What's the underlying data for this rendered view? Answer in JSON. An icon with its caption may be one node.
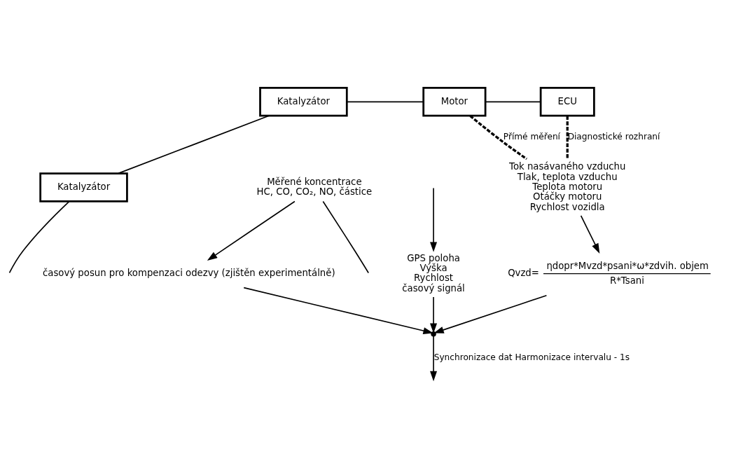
{
  "diagram": {
    "nodes": [
      {
        "text": [
          "Motor"
        ]
      },
      {
        "text": [
          "ECU"
        ]
      },
      {
        "text": [
          "Katalyzátor"
        ]
      },
      {
        "text": [
          "Katalyzátor"
        ]
      },
      {
        "text": [
          "Tok nasávaného vzduchu",
          "Tlak, teplota vzduchu",
          "Teplota motoru",
          "Otáčky motoru",
          "Rychlost vozidla"
        ]
      },
      {
        "text": [
          "Měřené koncentrace",
          "HC, CO, CO₂, NO, částice"
        ]
      },
      {
        "text": [
          "časový posun pro kompenzaci odezvy (zjištěn experimentálně)"
        ]
      },
      {
        "text": [
          "Qvzd=",
          "ηdopr*Mvzd*psani*ω*zdvih. objem",
          "R*Tsani"
        ]
      },
      {
        "text": [
          "GPS poloha",
          "Výška",
          "Rychlost",
          "časový signál"
        ]
      },
      {
        "text": [],
        "shape": "point"
      }
    ],
    "edges": [
      {
        "from": 2,
        "to": 0,
        "arrow": "none"
      },
      {
        "from": 0,
        "to": 1,
        "arrow": "none"
      },
      {
        "from": 2,
        "to": 3,
        "arrow": "none"
      },
      {
        "from": 3,
        "to": null,
        "arrow": "none"
      },
      {
        "from": 5,
        "to": null,
        "arrow": "none"
      },
      {
        "from": 0,
        "to": 4,
        "arrow": "none",
        "style": "dashed",
        "label": "Přímé měření"
      },
      {
        "from": 1,
        "to": 4,
        "arrow": "none",
        "style": "dashed",
        "label": "Diagnostické rozhraní"
      },
      {
        "from": 5,
        "to": 6,
        "arrow": "to"
      },
      {
        "from": 4,
        "to": 7,
        "arrow": "to"
      },
      {
        "from": null,
        "to": 8,
        "arrow": "to"
      },
      {
        "from": 6,
        "to": 9,
        "arrow": "to"
      },
      {
        "from": 7,
        "to": 9,
        "arrow": "to"
      },
      {
        "from": 8,
        "to": 9,
        "arrow": "to"
      },
      {
        "from": 9,
        "to": null,
        "arrow": "to",
        "label": "Synchronizace dat Harmonizace intervalu - 1s"
      }
    ]
  }
}
